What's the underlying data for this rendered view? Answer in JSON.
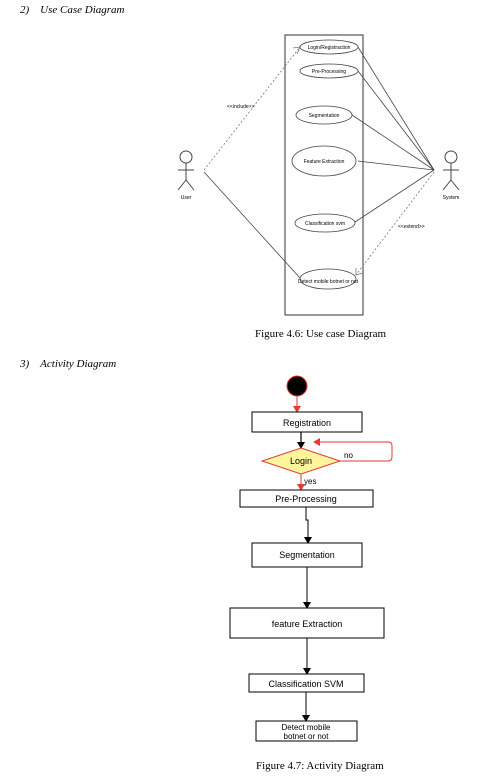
{
  "use_case_section": {
    "heading": "2)    Use Case Diagram",
    "actors": {
      "user": "User",
      "system": "System"
    },
    "use_cases": [
      "Login/Registraction",
      "Pre-Processing",
      "Segmentation",
      "Feature Extraction",
      "Classification svm",
      "Detect mobile botnet or not"
    ],
    "include_label": "<<include>>",
    "extend_label": "<<extend>>",
    "caption": "Figure 4.6: Use case Diagram"
  },
  "activity_section": {
    "heading": "3)    Activity Diagram",
    "nodes": {
      "registration": "Registration",
      "login": "Login",
      "no": "no",
      "yes": "yes",
      "preprocessing": "Pre-Processing",
      "segmentation": "Segmentation",
      "feature_extraction": "feature Extraction",
      "classification": "Classification SVM",
      "detect_line1": "Detect mobile",
      "detect_line2": "botnet or not"
    },
    "caption": "Figure 4.7: Activity Diagram"
  },
  "colors": {
    "flow_red": "#e53935",
    "decision_fill": "#fff59d",
    "decision_stroke": "#e53935"
  }
}
